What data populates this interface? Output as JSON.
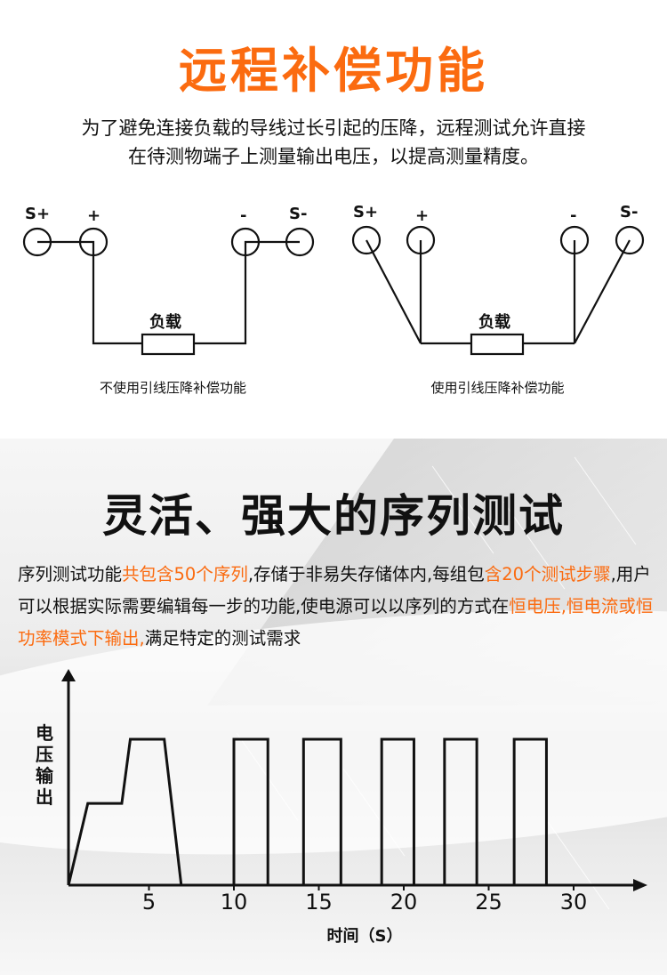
{
  "remote_compensation": {
    "title": "远程补偿功能",
    "intro_lines": [
      "为了避免连接负载的导线过长引起的压降，远程测试允许直接",
      "在待测物端子上测量输出电压，以提高测量精度。"
    ],
    "diagrams": [
      {
        "caption": "不使用引线压降补偿功能",
        "terminals": [
          "S+",
          "+",
          "-",
          "S-"
        ],
        "load_label": "负载"
      },
      {
        "caption": "使用引线压降补偿功能",
        "terminals": [
          "S+",
          "+",
          "-",
          "S-"
        ],
        "load_label": "负载"
      }
    ]
  },
  "sequence_test": {
    "title": "灵活、强大的序列测试",
    "description": {
      "seg1": "序列测试功能",
      "seg2": "共包含50个序列",
      "seg3": ",存储于非易失存储体内,每组包",
      "seg4": "含20个测试步骤",
      "seg5": ",用户可以根据实际需要编辑每一步的功能,使电源可以以序列的方式在",
      "seg6": "恒电压,恒电流或恒功率模式下输出,",
      "seg7": "满足特定的测试需求"
    }
  },
  "colors": {
    "accent_orange": "#fb6b10",
    "text": "#111111"
  },
  "chart_data": {
    "type": "line",
    "title": "",
    "xlabel": "时间（S）",
    "ylabel": "电压输出",
    "x_ticks": [
      5,
      10,
      15,
      20,
      25,
      30
    ],
    "x_tick_labels": [
      "5",
      "10",
      "15",
      "20",
      "25",
      "30"
    ],
    "xlim": [
      0,
      34
    ],
    "ylim": [
      0,
      1.2
    ],
    "grid": false,
    "legend": null,
    "series": [
      {
        "name": "电压输出",
        "x": [
          0,
          1.4,
          3.4,
          3.9,
          5.9,
          6.9,
          10,
          12,
          14.1,
          16.3,
          18.7,
          20.6,
          22.4,
          24.3,
          26.5,
          28.4
        ],
        "y": [
          0,
          0.56,
          0.56,
          1.0,
          1.0,
          0,
          0,
          0,
          0,
          0,
          0,
          0,
          0,
          0,
          0,
          0
        ],
        "note": "ramp 0→0.56 (t 0–1.4s), hold to 3.4s, ramp to 1.0 at 3.9s, hold to 5.9s, fall to 0 at 6.9s"
      }
    ],
    "pulses": [
      {
        "start": 10.0,
        "end": 12.0,
        "level": 1.0
      },
      {
        "start": 14.1,
        "end": 16.3,
        "level": 1.0
      },
      {
        "start": 18.7,
        "end": 20.6,
        "level": 1.0
      },
      {
        "start": 22.4,
        "end": 24.3,
        "level": 1.0
      },
      {
        "start": 26.5,
        "end": 28.4,
        "level": 1.0
      }
    ]
  }
}
